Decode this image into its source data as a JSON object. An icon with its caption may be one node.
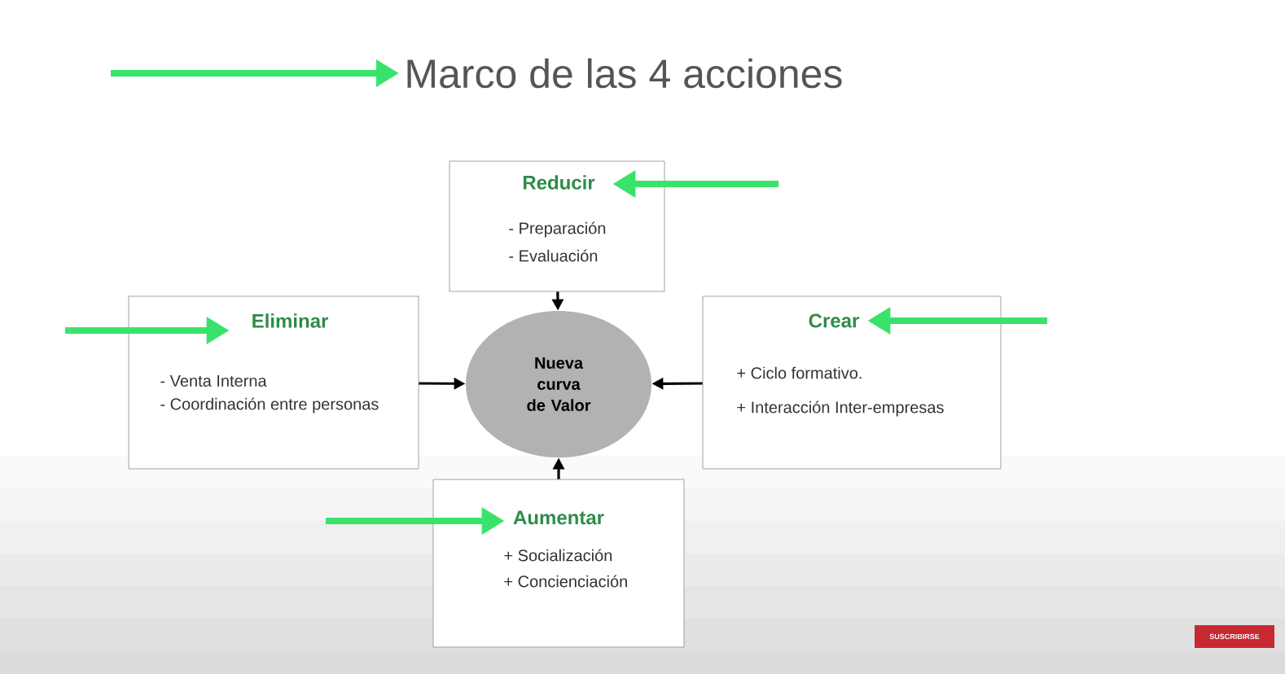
{
  "diagram": {
    "title": "Marco de las 4 acciones",
    "nodes": [
      {
        "text": [
          "Reducir",
          "- Preparación",
          "- Evaluación"
        ]
      },
      {
        "text": [
          "Eliminar",
          "- Venta Interna",
          "- Coordinación entre personas"
        ]
      },
      {
        "text": [
          "Nueva curva de Valor"
        ]
      },
      {
        "text": [
          "Crear",
          "+ Ciclo formativo.",
          "+ Interacción Inter-empresas"
        ]
      },
      {
        "text": [
          "Aumentar",
          "+ Socialización",
          "+ Concienciación"
        ]
      }
    ],
    "edges": [
      {
        "from": 0,
        "to": 2,
        "arrow": "to"
      },
      {
        "from": 1,
        "to": 2,
        "arrow": "to"
      },
      {
        "from": 3,
        "to": 2,
        "arrow": "to"
      },
      {
        "from": 4,
        "to": 2,
        "arrow": "to"
      },
      {
        "from": null,
        "to": 0,
        "arrow": "to",
        "style": "thick",
        "color": "#39e36b"
      },
      {
        "from": null,
        "to": 1,
        "arrow": "to",
        "style": "thick",
        "color": "#39e36b"
      },
      {
        "from": null,
        "to": 3,
        "arrow": "to",
        "style": "thick",
        "color": "#39e36b"
      },
      {
        "from": null,
        "to": 4,
        "arrow": "to",
        "style": "thick",
        "color": "#39e36b"
      }
    ],
    "labels": [
      "SUSCRIBIRSE"
    ]
  }
}
